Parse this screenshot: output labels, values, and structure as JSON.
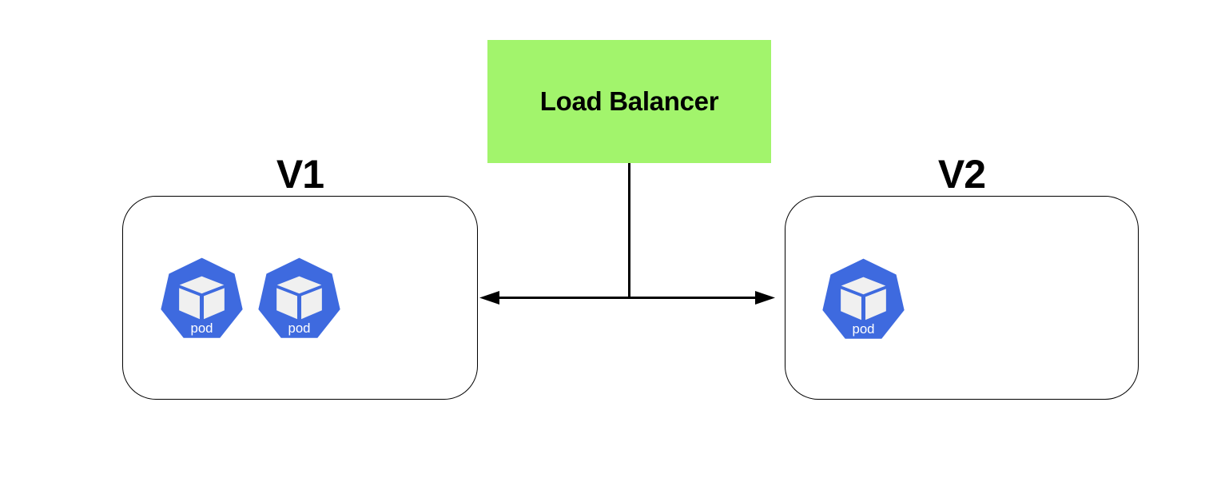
{
  "colors": {
    "load_balancer_fill": "#A2F46C",
    "pod_fill": "#3E6ADF",
    "cube_fill": "#F0F0F0",
    "pod_text": "#FFFFFF",
    "line": "#000000"
  },
  "load_balancer": {
    "label": "Load Balancer"
  },
  "groups": [
    {
      "label": "V1",
      "pods": [
        {
          "label": "pod"
        },
        {
          "label": "pod"
        }
      ]
    },
    {
      "label": "V2",
      "pods": [
        {
          "label": "pod"
        }
      ]
    }
  ]
}
